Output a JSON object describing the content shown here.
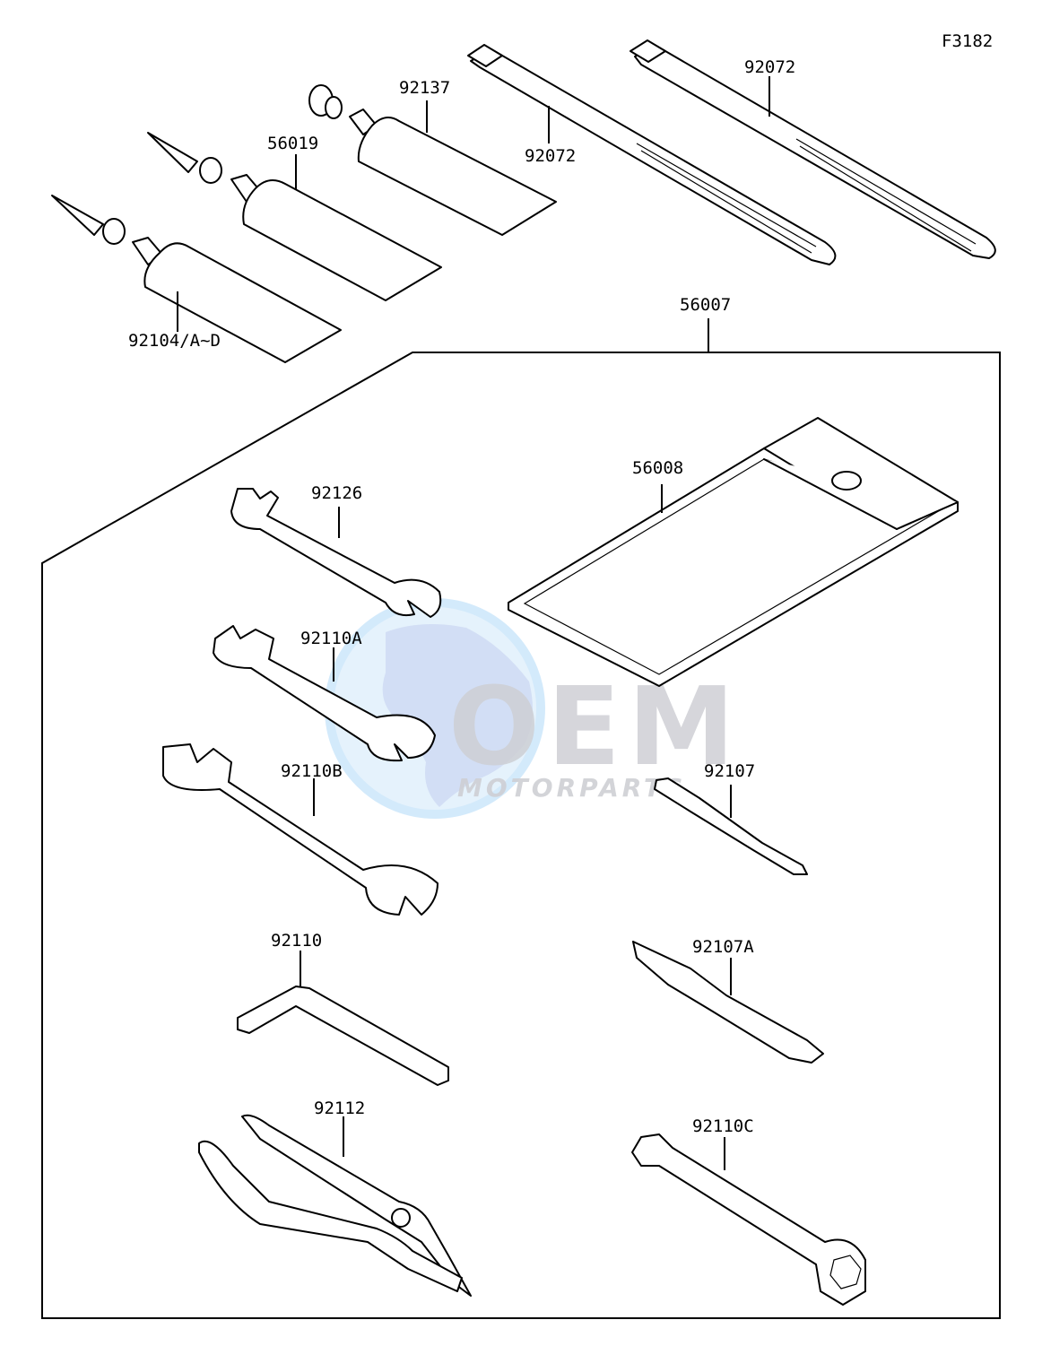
{
  "figure_code": "F3182",
  "watermark": {
    "brand": "OEM",
    "sub": "MOTORPARTS",
    "colors": {
      "globe": "#cfe8fb",
      "land": "#b6c9ef",
      "text": "#d6d8dc"
    }
  },
  "parts": {
    "tie_wrap_a": "92072",
    "tie_wrap_b": "92072",
    "sealant_92137": "92137",
    "sealant_56019": "56019",
    "sealant_92104": "92104/A~D",
    "tool_kit": "56007",
    "tool_bag": "56008",
    "wrench_92126": "92126",
    "wrench_92110a": "92110A",
    "wrench_92110b": "92110B",
    "hex_key": "92110",
    "pliers": "92112",
    "screwdriver_92107": "92107",
    "screwdriver_92107a": "92107A",
    "box_wrench": "92110C"
  }
}
